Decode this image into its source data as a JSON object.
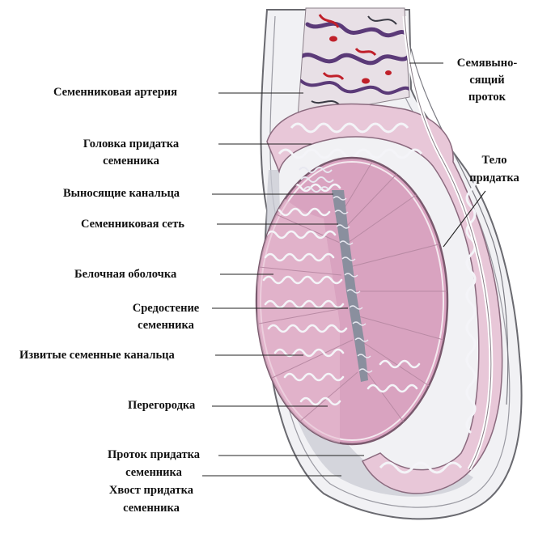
{
  "labels": {
    "testicular_artery": "Семенниковая артерия",
    "epididymis_head_line1": "Головка придатка",
    "epididymis_head_line2": "семенника",
    "efferent_ductules": "Выносящие канальца",
    "rete_testis": "Семенниковая сеть",
    "tunica_albuginea": "Белочная оболочка",
    "mediastinum_line1": "Средостение",
    "mediastinum_line2": "семенника",
    "seminiferous_tubules": "Извитые семенные канальца",
    "septum": "Перегородка",
    "epididymis_duct_line1": "Проток придатка",
    "epididymis_duct_line2": "семенника",
    "epididymis_tail_line1": "Хвост придатка",
    "epididymis_tail_line2": "семенника",
    "vas_deferens_line1": "Семявыно-",
    "vas_deferens_line2": "сящий",
    "vas_deferens_line3": "проток",
    "epididymis_body_line1": "Тело",
    "epididymis_body_line2": "придатка"
  },
  "colors": {
    "testis_fill": "#d9a3c0",
    "testis_outline": "#7a5a6e",
    "tubule_color": "#f2f2f7",
    "outer_sac": "#eeeef2",
    "epididymis_fill": "#e6bfd3",
    "vein_color": "#5b3a78",
    "artery_color": "#c0202a",
    "leader_color": "#222222"
  }
}
